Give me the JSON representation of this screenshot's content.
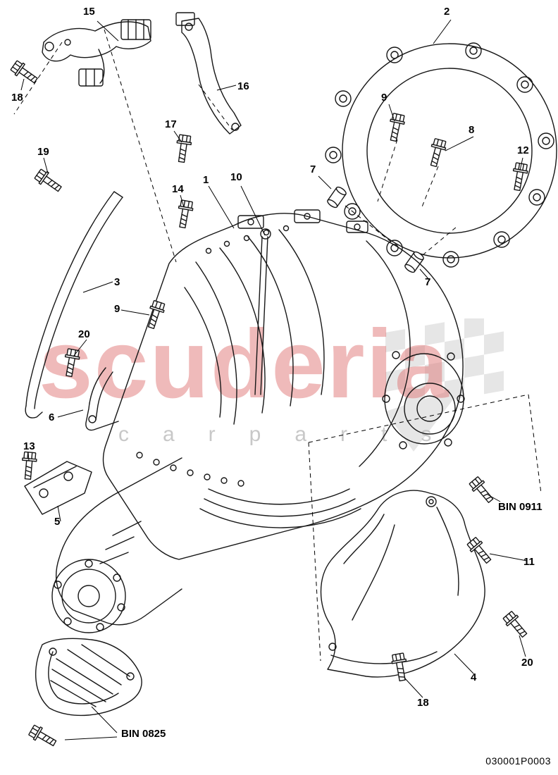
{
  "document": {
    "type": "exploded-parts-diagram",
    "subject": "manual transmission / gearbox with gasket, brackets, heat shields and bolts"
  },
  "watermark": {
    "title": "scuderia",
    "subtitle": "carparts",
    "title_color": "#e07878",
    "flag_color": "#e6e6e6"
  },
  "footer": {
    "part_number": "030001P0003"
  },
  "callouts": {
    "c15": {
      "text": "15"
    },
    "c18a": {
      "text": "18"
    },
    "c16": {
      "text": "16"
    },
    "c17": {
      "text": "17"
    },
    "c19": {
      "text": "19"
    },
    "c14": {
      "text": "14"
    },
    "c1": {
      "text": "1"
    },
    "c10": {
      "text": "10"
    },
    "c2": {
      "text": "2"
    },
    "c9a": {
      "text": "9"
    },
    "c8": {
      "text": "8"
    },
    "c7a": {
      "text": "7"
    },
    "c12": {
      "text": "12"
    },
    "c7b": {
      "text": "7"
    },
    "c3": {
      "text": "3"
    },
    "c9b": {
      "text": "9"
    },
    "c20a": {
      "text": "20"
    },
    "c6": {
      "text": "6"
    },
    "c13": {
      "text": "13"
    },
    "c5": {
      "text": "5"
    },
    "cbin0911": {
      "text": "BIN 0911"
    },
    "c11": {
      "text": "11"
    },
    "c20b": {
      "text": "20"
    },
    "c4": {
      "text": "4"
    },
    "c18b": {
      "text": "18"
    },
    "cbin0825": {
      "text": "BIN 0825"
    }
  }
}
